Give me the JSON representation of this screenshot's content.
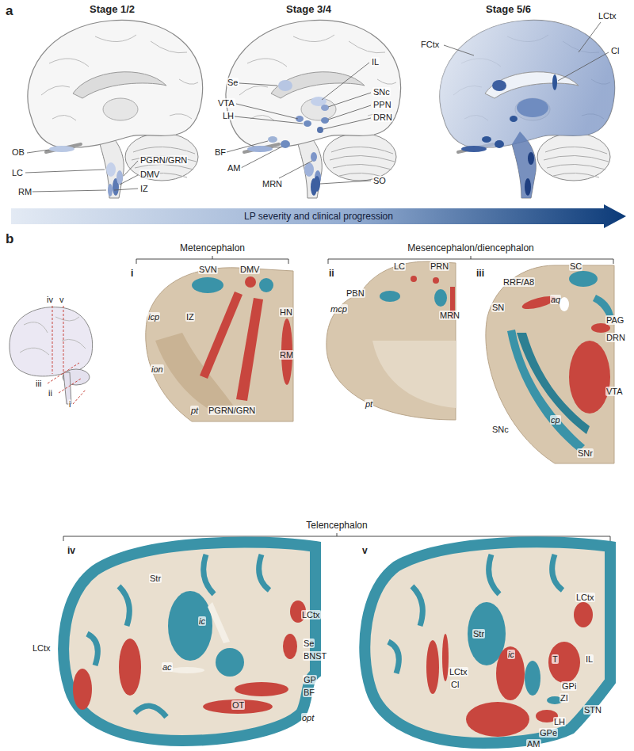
{
  "diagram": {
    "nodes": [
      {
        "text": [
          "LP severity and clinical progression"
        ]
      }
    ],
    "labels": [
      "a",
      "Stage 1/2",
      "Stage 3/4",
      "Stage 5/6",
      "OB",
      "LC",
      "PGRN/GRN",
      "RM",
      "DMV",
      "IZ",
      "Se",
      "IL",
      "VTA",
      "SNc",
      "LH",
      "PPN",
      "DRN",
      "BF",
      "AM",
      "MRN",
      "SO",
      "FCtx",
      "LCtx",
      "Cl",
      "b",
      "Metencephalon",
      "Mesencephalon/diencephalon",
      "iv",
      "v",
      "iii",
      "ii",
      "i",
      "i",
      "SVN",
      "DMV",
      "HN",
      "IZ",
      "RM",
      "PGRN/GRN",
      "icp",
      "ion",
      "pt",
      "ii",
      "LC",
      "PRN",
      "PBN",
      "MRN",
      "mcp",
      "pt",
      "iii",
      "SC",
      "RRF/A8",
      "SN",
      "aq",
      "PAG",
      "DRN",
      "VTA",
      "SNc",
      "cp",
      "SNr",
      "Telencephalon",
      "iv",
      "Str",
      "ic",
      "LCtx",
      "LCtx",
      "Se",
      "BNST",
      "ac",
      "GP",
      "BF",
      "OT",
      "opt",
      "v",
      "LCtx",
      "Str",
      "ic",
      "T",
      "IL",
      "LCtx",
      "Cl",
      "GPi",
      "ZI",
      "STN",
      "LH",
      "GPe",
      "AM"
    ]
  }
}
